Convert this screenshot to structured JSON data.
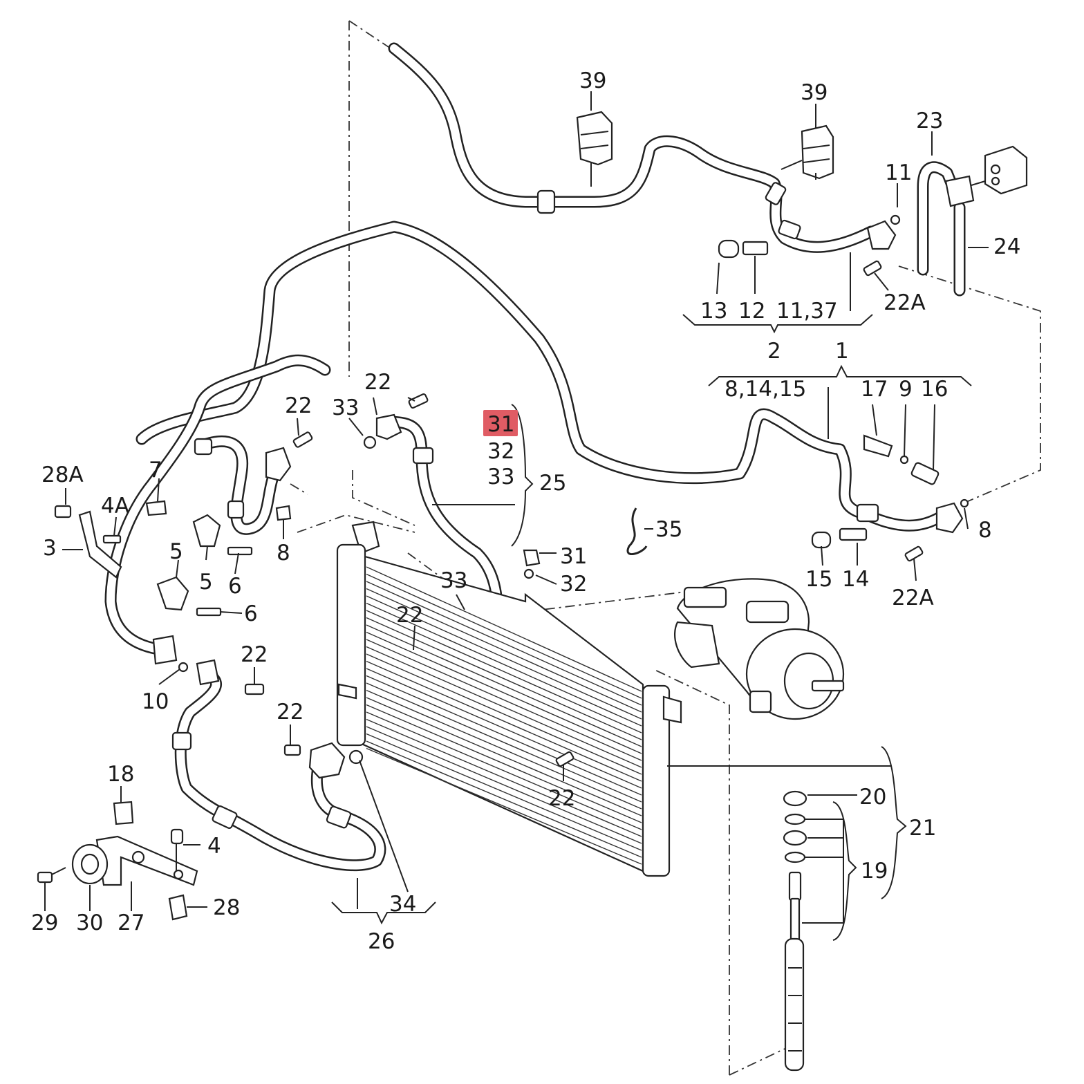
{
  "highlight_color": "#e05c64",
  "labels": {
    "l39a": "39",
    "l39b": "39",
    "l23": "23",
    "l11": "11",
    "l24": "24",
    "l13": "13",
    "l12": "12",
    "l11_37": "11,37",
    "l22A_a": "22A",
    "l2": "2",
    "l1": "1",
    "l8_14_15": "8,14,15",
    "l17": "17",
    "l9": "9",
    "l16": "16",
    "l22_a": "22",
    "l33_a": "33",
    "l22_b": "22",
    "l31_hl": "31",
    "l32_a": "32",
    "l33_b": "33",
    "l25": "25",
    "l28A": "28A",
    "l7": "7",
    "l4A": "4A",
    "l3": "3",
    "l5_a": "5",
    "l5_b": "5",
    "l6_a": "6",
    "l8_a": "8",
    "l6_b": "6",
    "l35": "35",
    "l31": "31",
    "l32_b": "32",
    "l33_c": "33",
    "l22_c": "22",
    "l8_b": "8",
    "l15": "15",
    "l14": "14",
    "l22A_b": "22A",
    "l10": "10",
    "l22_d": "22",
    "l22_e": "22",
    "l22_f": "22",
    "l18": "18",
    "l4": "4",
    "l29": "29",
    "l30": "30",
    "l27": "27",
    "l28": "28",
    "l34": "34",
    "l26": "26",
    "l20": "20",
    "l21": "21",
    "l19": "19"
  }
}
